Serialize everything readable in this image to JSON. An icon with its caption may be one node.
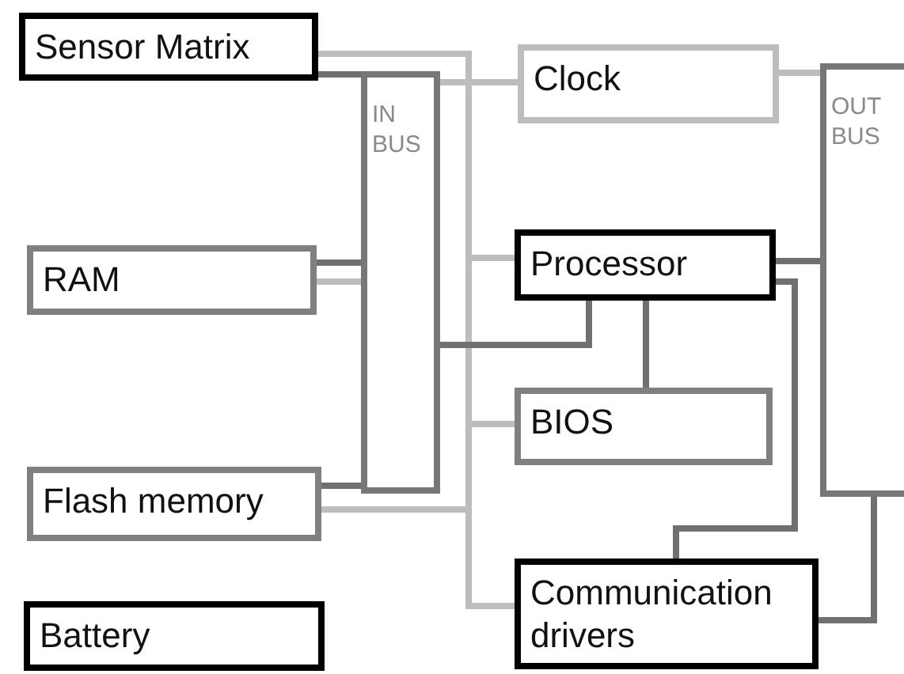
{
  "diagram": {
    "nodes": [
      {
        "text": [
          "Sensor Matrix"
        ]
      },
      {
        "text": [
          "IN BUS"
        ]
      },
      {
        "text": [
          "Clock"
        ]
      },
      {
        "text": [
          "OUT BUS"
        ]
      },
      {
        "text": [
          "RAM"
        ]
      },
      {
        "text": [
          "Processor"
        ]
      },
      {
        "text": [
          "BIOS"
        ]
      },
      {
        "text": [
          "Flash memory"
        ]
      },
      {
        "text": [
          "Communication drivers"
        ]
      },
      {
        "text": [
          "Battery"
        ]
      }
    ],
    "edges": [
      {
        "from": 0,
        "to": 1,
        "arrow": "none"
      },
      {
        "from": 0,
        "to": 2,
        "arrow": "none",
        "color": "#bdbdbd"
      },
      {
        "from": 0,
        "to": 5,
        "arrow": "none",
        "color": "#bdbdbd"
      },
      {
        "from": 0,
        "to": 6,
        "arrow": "none",
        "color": "#bdbdbd"
      },
      {
        "from": 0,
        "to": 7,
        "arrow": "none",
        "color": "#bdbdbd"
      },
      {
        "from": 0,
        "to": 8,
        "arrow": "none",
        "color": "#bdbdbd"
      },
      {
        "from": 4,
        "to": 1,
        "arrow": "none"
      },
      {
        "from": 4,
        "to": 1,
        "arrow": "none",
        "color": "#bdbdbd"
      },
      {
        "from": 7,
        "to": 1,
        "arrow": "none"
      },
      {
        "from": 1,
        "to": 2,
        "arrow": "none",
        "color": "#bdbdbd"
      },
      {
        "from": 1,
        "to": 5,
        "arrow": "none"
      },
      {
        "from": 2,
        "to": 3,
        "arrow": "none",
        "color": "#bdbdbd"
      },
      {
        "from": 5,
        "to": 6,
        "arrow": "none"
      },
      {
        "from": 5,
        "to": 3,
        "arrow": "none"
      },
      {
        "from": 5,
        "to": 8,
        "arrow": "none"
      },
      {
        "from": 3,
        "to": 8,
        "arrow": "none"
      }
    ]
  }
}
